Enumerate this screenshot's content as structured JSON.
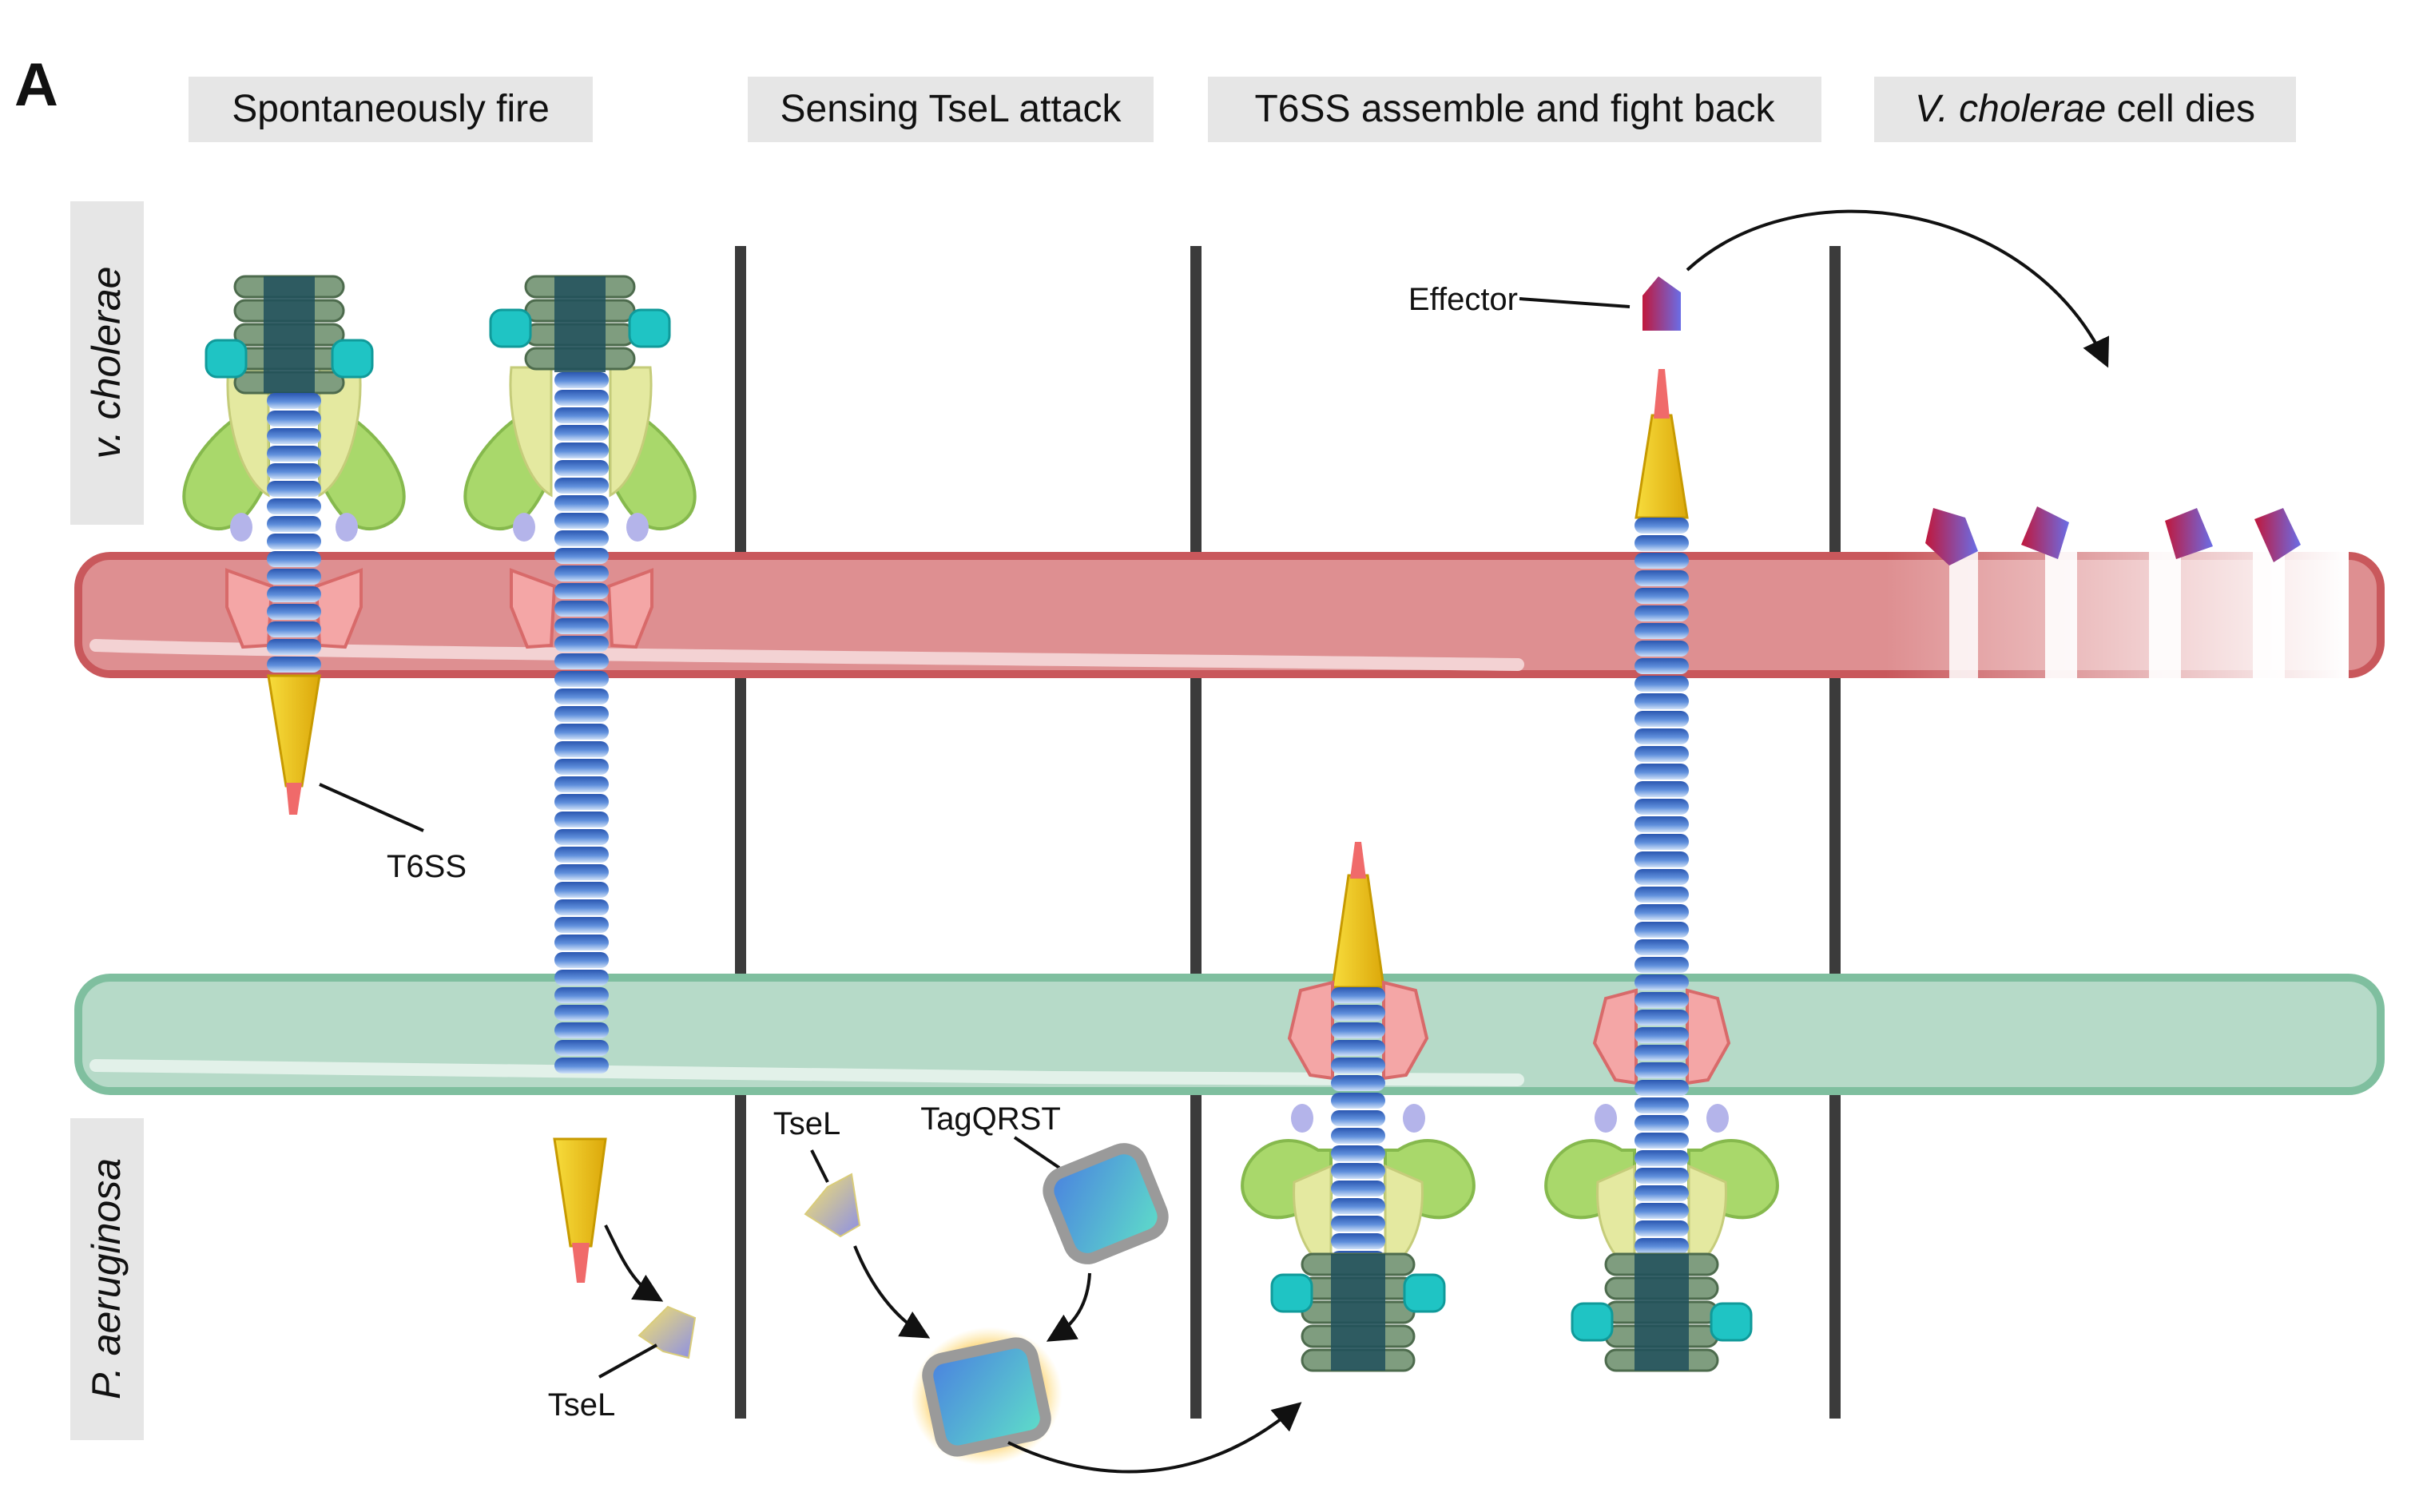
{
  "panel_letter": "A",
  "stage_headers": [
    {
      "text": "Spontaneously fire"
    },
    {
      "text": "Sensing TseL attack"
    },
    {
      "text": "T6SS assemble and fight back"
    },
    {
      "italic": "V. cholerae",
      "text": " cell dies"
    }
  ],
  "side_labels": {
    "top": "v. cholerae",
    "bottom": "P. aeruginosa"
  },
  "labels": {
    "t6ss": "T6SS",
    "tsel_left": "TseL",
    "tsel_mid": "TseL",
    "tagqrst": "TagQRST",
    "effector": "Effector"
  },
  "colors": {
    "vc_membrane": "#de8f91",
    "vc_membrane_border": "#c9585c",
    "pa_membrane": "#b6dac8",
    "pa_membrane_border": "#7fbf9f",
    "sheath_dark": "#2a56b0",
    "sheath_light": "#c3d9f6",
    "tip_yellow": "#f2c811",
    "spike_red": "#f06a6a",
    "baseplate_green": "#a9d86b",
    "baseplate_yellow": "#e4e9a0",
    "membrane_complex_pink": "#f4a6a6",
    "cap_dark": "#20505c",
    "cap_light": "#7f9d7f",
    "cyan_ring": "#1fc4c4",
    "divider": "#3b3b3b",
    "header_bg": "#e6e6e6"
  }
}
